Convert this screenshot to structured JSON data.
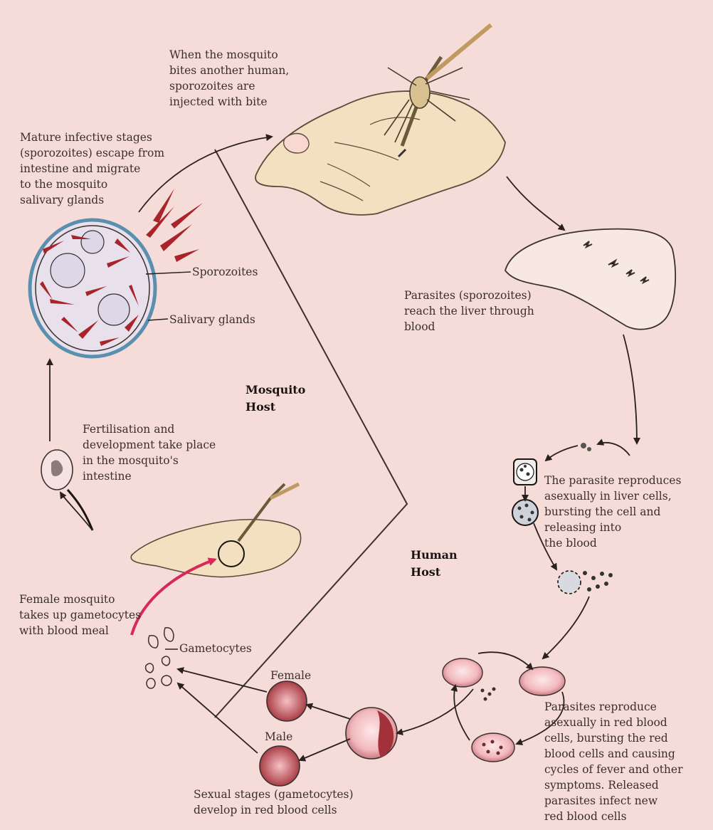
{
  "labels": {
    "mosquito_bites": "When the mosquito\nbites another human,\nsporozoites are\ninjected with bite",
    "mature_stages": "Mature infective stages\n(sporozoites) escape from\nintestine and migrate\nto the mosquito\nsalivary glands",
    "sporozoites": "Sporozoites",
    "salivary_glands": "Salivary glands",
    "liver": "Parasites (sporozoites)\nreach the liver through\nblood",
    "fertilisation": "Fertilisation and\ndevelopment take place\nin the mosquito's\nintestine",
    "liver_reproduce": "The parasite reproduces\nasexually in liver cells,\nbursting the cell and\nreleasing into\nthe blood",
    "female_mosquito": "Female mosquito\ntakes up gametocytes\nwith blood meal",
    "gametocytes": "Gametocytes",
    "female": "Female",
    "male": "Male",
    "sexual_stages": "Sexual stages (gametocytes)\ndevelop in red blood cells",
    "rbc_reproduce": "Parasites reproduce\nasexually in red blood\ncells, bursting the red\nblood cells and causing\ncycles of fever and other\nsymptoms. Released\nparasites infect new\nred blood cells"
  },
  "hosts": {
    "mosquito": "Mosquito\nHost",
    "human": "Human\nHost"
  },
  "colors": {
    "background": "#f6dcd8",
    "sporozoite_red": "#a8242a",
    "gland_blue": "#5a8fb0",
    "skin": "#f3e0c0",
    "rbc_fill": "#f2b8bc",
    "highlight_arrow": "#d8285a"
  }
}
